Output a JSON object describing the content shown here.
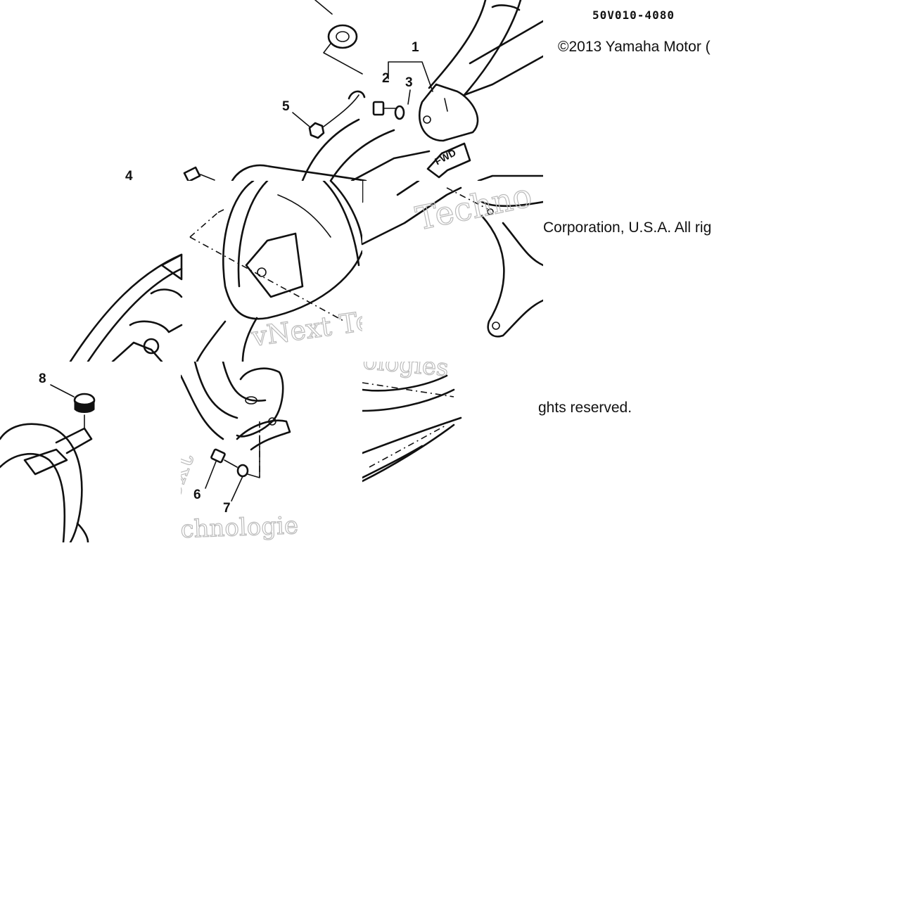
{
  "diagram": {
    "part_number": "50V010-4080",
    "copyright_line1": "©2013 Yamaha Motor (",
    "copyright_line2": "Corporation, U.S.A. All rig",
    "copyright_line3": "ghts reserved.",
    "fwd_label": "FWD",
    "watermark_text_1": "Techno",
    "watermark_text_2": "vNext Te",
    "watermark_text_3": "ologies",
    "watermark_text_4": "chnologie",
    "watermark_text_5": "ext",
    "callouts": [
      "1",
      "2",
      "3",
      "4",
      "5",
      "6",
      "7",
      "8"
    ]
  }
}
